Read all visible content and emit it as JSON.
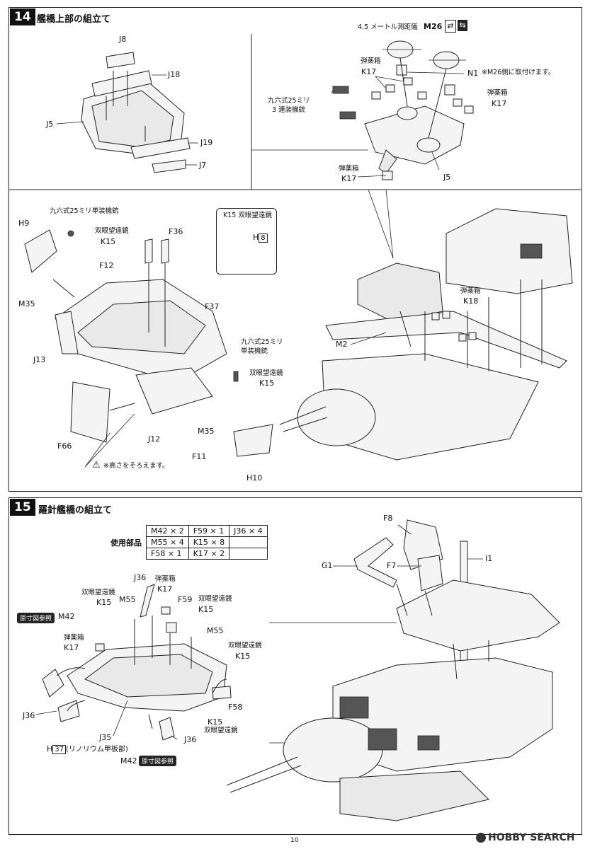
{
  "step14": {
    "number": "14",
    "title": "艦橋上部の組立て",
    "topleft": {
      "j8": "J8",
      "j18": "J18",
      "j5": "J5",
      "j19": "J19",
      "j7": "J7"
    },
    "topright": {
      "rangefinder": "4.5 メートル測距儀",
      "m26": "M26",
      "n1": "N1",
      "n1_note": "※M26側に取付けます。",
      "ammo1": "弾薬箱",
      "k17a": "K17",
      "mg_triple_1": "九六式25ミリ",
      "mg_triple_2": "3 連装機銃",
      "ammo2": "弾薬箱",
      "k17b": "K17",
      "ammo3": "弾薬箱",
      "k17c": "K17",
      "j5": "J5"
    },
    "bottomleft": {
      "mg_single_1": "九六式25ミリ単装機銃",
      "h9": "H9",
      "binoc1": "双眼望遠鏡",
      "k15a": "K15",
      "f36": "F36",
      "f12": "F12",
      "m35a": "M35",
      "f37": "F37",
      "j13": "J13",
      "mg_single_2a": "九六式25ミリ",
      "mg_single_2b": "単装機銃",
      "binoc2": "双眼望遠鏡",
      "k15b": "K15",
      "m35b": "M35",
      "f66": "F66",
      "j12": "J12",
      "f11": "F11",
      "h10": "H10",
      "warning": "※高さをそろえます。"
    },
    "k15box": {
      "title": "K15 双眼望遠鏡",
      "h": "H",
      "h_num": "8"
    },
    "right": {
      "ammo": "弾薬箱",
      "k18": "K18",
      "m2": "M2"
    }
  },
  "step15": {
    "number": "15",
    "title": "羅針艦橋の組立て",
    "parts_used_label": "使用部品",
    "parts_table": [
      [
        "M42 × 2",
        "F59 × 1",
        "J36 × 4"
      ],
      [
        "M55 × 4",
        "K15 × 8",
        ""
      ],
      [
        "F58 × 1",
        "K17 × 2",
        ""
      ]
    ],
    "left": {
      "j36a": "J36",
      "ammo1": "弾薬箱",
      "k17a": "K17",
      "binoc1": "双眼望遠鏡",
      "k15a": "K15",
      "m55a": "M55",
      "f59": "F59",
      "binoc2": "双眼望遠鏡",
      "k15b": "K15",
      "ref1": "原寸図参照",
      "m42a": "M42",
      "ammo2": "弾薬箱",
      "k17b": "K17",
      "m55b": "M55",
      "binoc3": "双眼望遠鏡",
      "k15c": "K15",
      "j36b": "J36",
      "f58": "F58",
      "k15d": "K15",
      "binoc4": "双眼望遠鏡",
      "j35": "J35",
      "j36c": "J36",
      "h37_prefix": "H",
      "h37_num": "37",
      "h37_text": "(リノリウム甲板部)",
      "m42b": "M42",
      "ref2": "原寸図参照"
    },
    "right": {
      "f8": "F8",
      "g1": "G1",
      "f7": "F7",
      "i1": "I1"
    }
  },
  "footer": {
    "page": "10",
    "watermark": "HOBBY SEARCH"
  }
}
